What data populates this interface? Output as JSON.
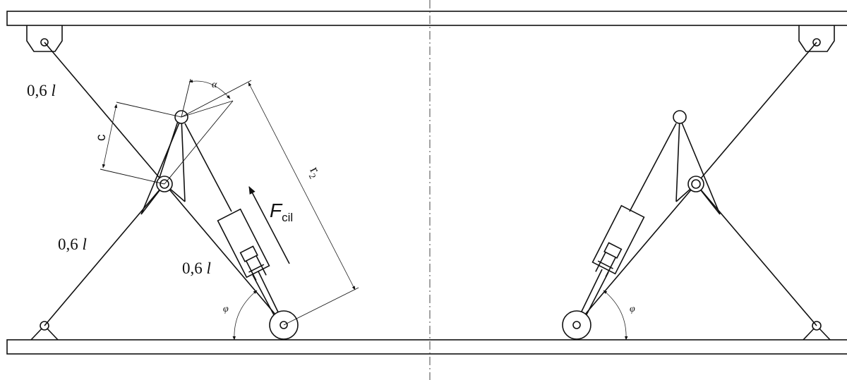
{
  "labels": {
    "len_top": "0,6",
    "len_mid": "0,6",
    "len_bottom": "0,6",
    "l_symbol": "l",
    "c": "c",
    "alpha": "α",
    "r2_base": "r",
    "r2_sub": "2",
    "force_base": "F",
    "force_sub": "cil",
    "phi_left": "φ",
    "phi_right": "φ"
  }
}
